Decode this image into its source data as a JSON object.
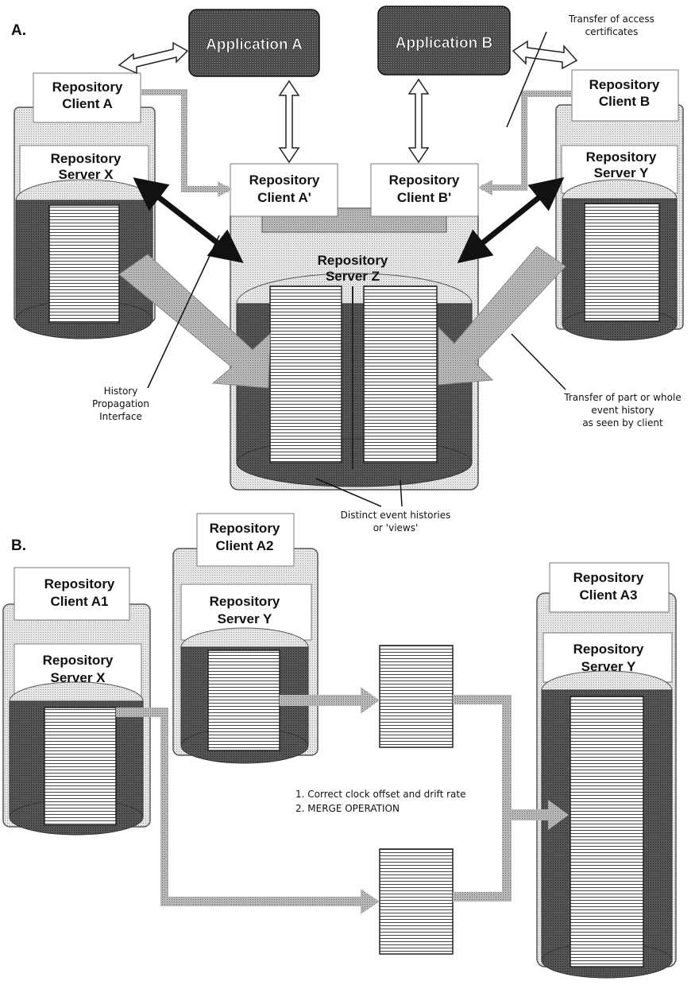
{
  "panel_a": {
    "label": "A.",
    "application_a": "Application A",
    "application_b": "Application B",
    "client_a": [
      "Repository",
      "Client A"
    ],
    "client_b": [
      "Repository",
      "Client B"
    ],
    "client_a_prime": [
      "Repository",
      "Client A'"
    ],
    "client_b_prime": [
      "Repository",
      "Client B'"
    ],
    "server_x": [
      "Repository",
      "Server X"
    ],
    "server_y": [
      "Repository",
      "Server Y"
    ],
    "server_z": [
      "Repository",
      "Server Z"
    ],
    "note_certificates": [
      "Transfer of access",
      "certificates"
    ],
    "note_history_interface": [
      "History",
      "Propagation",
      "Interface"
    ],
    "note_transfer_history": [
      "Transfer of part or whole",
      "event history",
      "as seen by client"
    ],
    "note_distinct_histories": [
      "Distinct event histories",
      "or 'views'"
    ]
  },
  "panel_b": {
    "label": "B.",
    "client_a1": [
      "Repository",
      "Client A1"
    ],
    "client_a2": [
      "Repository",
      "Client A2"
    ],
    "client_a3": [
      "Repository",
      "Client A3"
    ],
    "server_x": [
      "Repository",
      "Server X"
    ],
    "server_y_left": [
      "Repository",
      "Server Y"
    ],
    "server_y_right": [
      "Repository",
      "Server Y"
    ],
    "steps": [
      "1. Correct clock offset and drift rate",
      "2. MERGE OPERATION"
    ]
  }
}
